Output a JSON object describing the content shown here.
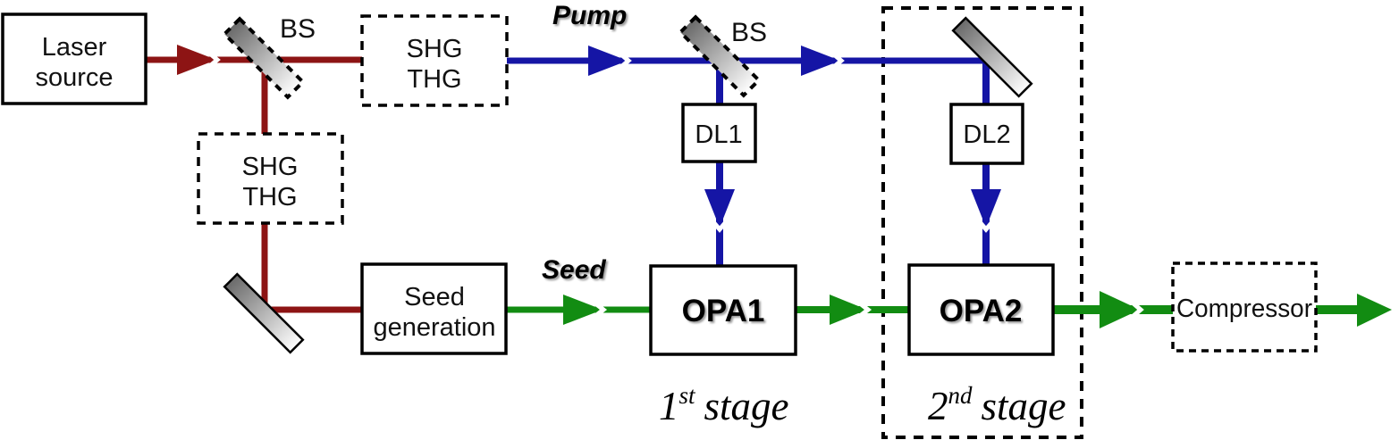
{
  "colors": {
    "beam_red": "#8d1414",
    "beam_blue": "#1515a5",
    "beam_green": "#128c12",
    "box_border": "#000000"
  },
  "boxes": {
    "laser_source": {
      "line1": "Laser",
      "line2": "source"
    },
    "shg_thg_top": {
      "line1": "SHG",
      "line2": "THG"
    },
    "shg_thg_left": {
      "line1": "SHG",
      "line2": "THG"
    },
    "seed_generation": {
      "line1": "Seed",
      "line2": "generation"
    },
    "dl1": {
      "label": "DL1"
    },
    "dl2": {
      "label": "DL2"
    },
    "opa1": {
      "label": "OPA1"
    },
    "opa2": {
      "label": "OPA2"
    },
    "compressor": {
      "label": "Compressor"
    }
  },
  "optics_labels": {
    "bs1": "BS",
    "bs2": "BS"
  },
  "beam_labels": {
    "pump": "Pump",
    "seed": "Seed"
  },
  "stage_labels": {
    "stage1": {
      "number": "1",
      "suffix": "st",
      "word": "stage"
    },
    "stage2": {
      "number": "2",
      "suffix": "nd",
      "word": "stage"
    }
  }
}
